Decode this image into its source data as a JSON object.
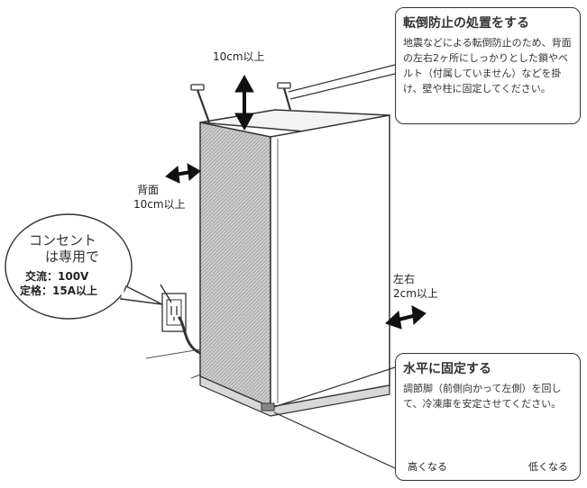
{
  "dimensions": {
    "top": "10cm以上",
    "back_label": "背面",
    "back_value": "10cm以上",
    "side_label": "左右",
    "side_value": "2cm以上"
  },
  "anti_tip": {
    "title": "転倒防止の処置をする",
    "body": "地震などによる転倒防止のため、背面の左右2ヶ所にしっかりとした鎖やベルト（付属していません）などを掛け、壁や柱に固定してください。"
  },
  "outlet": {
    "title_line1": "コンセント",
    "title_line2": "は専用で",
    "line1": "交流：100V",
    "line2": "定格：15A以上"
  },
  "level": {
    "title": "水平に固定する",
    "body": "調節脚（前側向かって左側）を回して、冷凍庫を安定させてください。",
    "higher": "高くなる",
    "lower": "低くなる"
  }
}
